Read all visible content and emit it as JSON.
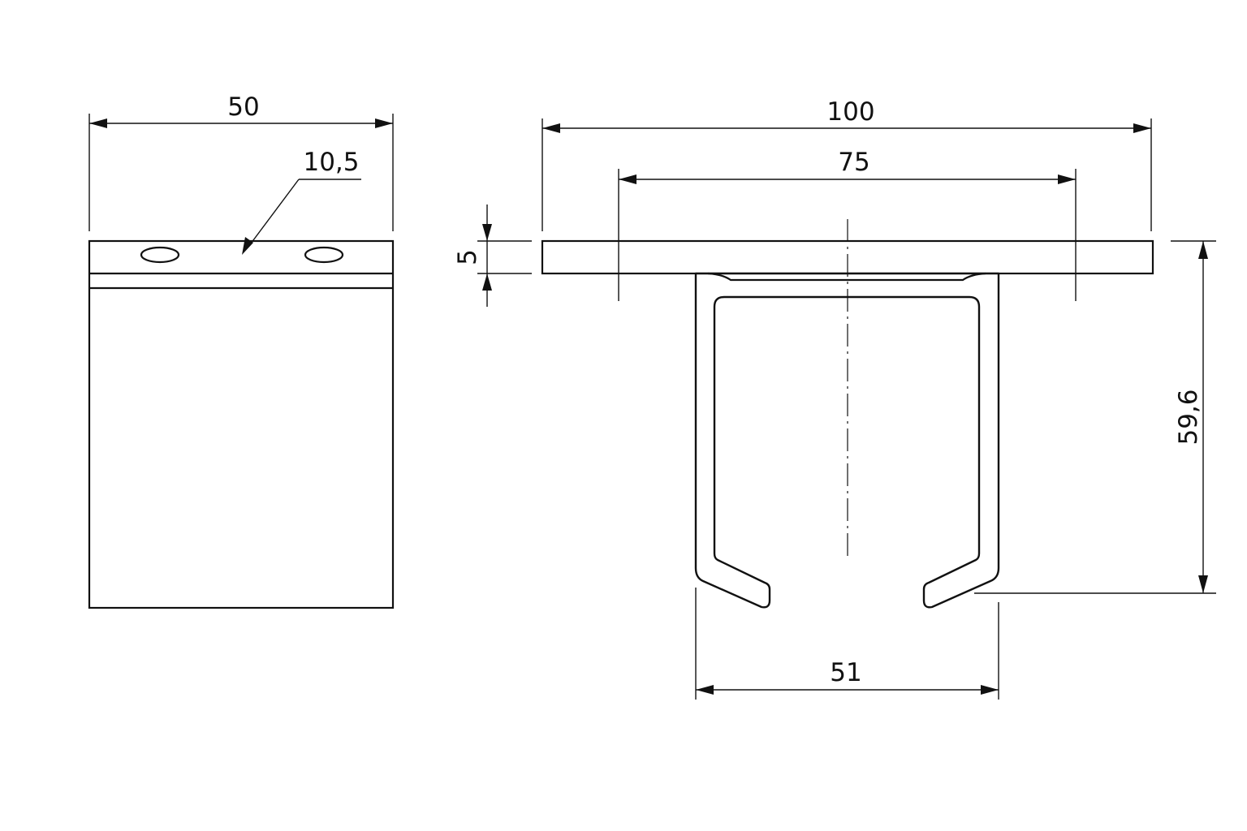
{
  "dimensions": {
    "side_width": "50",
    "hole_spacing": "10,5",
    "plate_width": "100",
    "hole_pitch": "75",
    "plate_thickness": "5",
    "total_height": "59,6",
    "track_width": "51"
  },
  "colors": {
    "ink": "#111111",
    "paper": "#ffffff"
  }
}
